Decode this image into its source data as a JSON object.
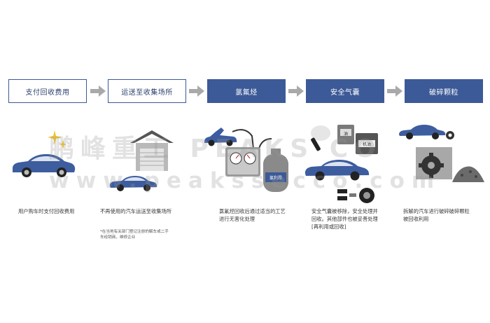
{
  "stages": [
    {
      "label": "支付回收费用"
    },
    {
      "label": "运送至收集场所"
    },
    {
      "label": "氯氟烃"
    },
    {
      "label": "安全气囊"
    },
    {
      "label": "破碎颗粒"
    }
  ],
  "descriptions": [
    {
      "line1": "用户购车时支付回收费用",
      "line2": ""
    },
    {
      "line1": "不再使用的汽车运送至收集场所",
      "line2": ""
    },
    {
      "line1": "氯氟烃回收后通过适当的工艺",
      "line2": "进行无害化处理"
    },
    {
      "line1": "安全气囊被移除，安全处理并",
      "line2": "回收。其他部件也被妥善处理",
      "line3": "[再利用或回收]"
    },
    {
      "line1": "拆解的汽车进行破碎破碎颗粒",
      "line2": "被回收利用"
    }
  ],
  "note": {
    "line1": "*在当地有关部门登记注册的解车或二手",
    "line2": "车经销商，维修企业"
  },
  "watermark": {
    "line1": "鹏峰重工 PEAKS CO",
    "line2": "www.peakssecco.com"
  },
  "labels": {
    "gas_tank": "氯利昂",
    "canister1": "油",
    "canister2": "机油"
  },
  "colors": {
    "primary": "#3c5a97",
    "outline": "#3b5998",
    "arrow": "#a9a9a9",
    "car": "#3d5d9f"
  }
}
